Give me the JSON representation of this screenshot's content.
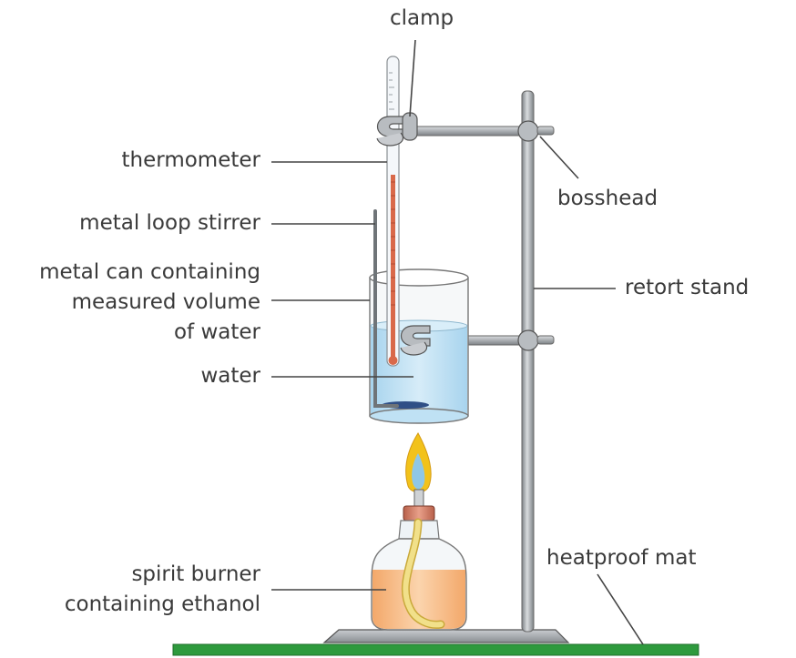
{
  "labels": {
    "clamp": "clamp",
    "thermometer": "thermometer",
    "bosshead": "bosshead",
    "metal_loop_stirrer": "metal loop stirrer",
    "metal_can": [
      "metal can containing",
      "measured volume",
      "of water"
    ],
    "retort_stand": "retort stand",
    "water": "water",
    "heatproof_mat": "heatproof mat",
    "spirit_burner": [
      "spirit burner",
      "containing ethanol"
    ]
  },
  "colors": {
    "label_text": "#3a3a3a",
    "leader_line": "#444444",
    "metal": "#a9adb1",
    "metal_dark": "#6f7478",
    "water": "#bfe1f4",
    "thermometer_liquid": "#d9694a",
    "ethanol": "#f4b27a",
    "wick": "#f1e08a",
    "flame_outer": "#f2c21b",
    "flame_inner": "#8fc7e6",
    "mat": "#2e9a3d"
  }
}
